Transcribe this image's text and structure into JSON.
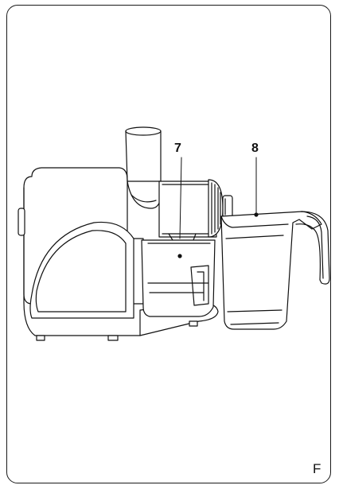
{
  "figure": {
    "letter": "F",
    "callouts": [
      {
        "number": "7"
      },
      {
        "number": "8"
      }
    ]
  },
  "colors": {
    "line": "#111111",
    "fill": "#ffffff",
    "frame": "#1a1a1a"
  }
}
